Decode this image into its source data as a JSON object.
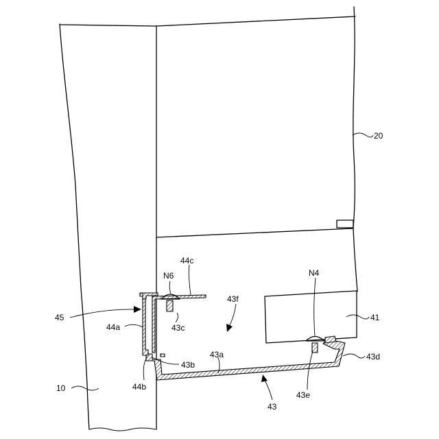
{
  "labels": {
    "l10": "10",
    "l20": "20",
    "l41": "41",
    "l43": "43",
    "l43a": "43a",
    "l43b": "43b",
    "l43c": "43c",
    "l43d": "43d",
    "l43e": "43e",
    "l43f": "43f",
    "l44a": "44a",
    "l44b": "44b",
    "l44c": "44c",
    "l45": "45",
    "ln4": "N4",
    "ln6": "N6"
  }
}
